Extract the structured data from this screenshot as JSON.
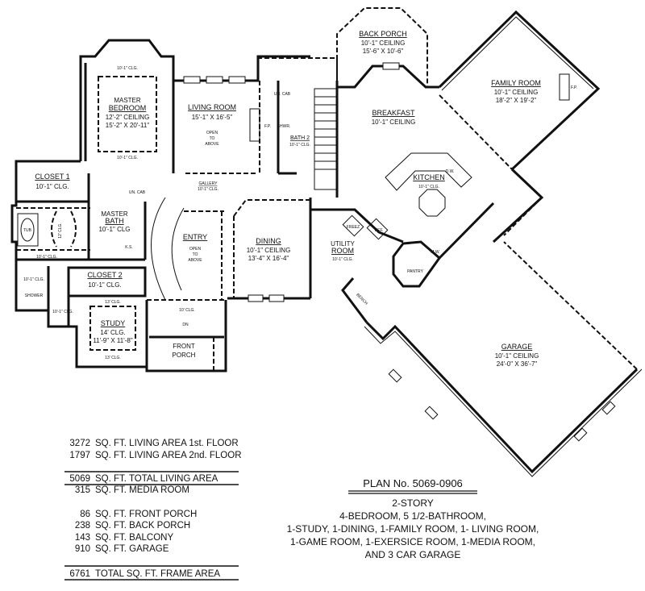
{
  "rooms": {
    "master_bedroom": {
      "name1": "MASTER",
      "name2": "BEDROOM",
      "ceiling": "12'-2\" CEILING",
      "size": "15'-2\" X 20'-11\""
    },
    "living_room": {
      "name": "LIVING ROOM",
      "size": "15'-1\" X 16'-5\"",
      "note1": "OPEN",
      "note2": "TO",
      "note3": "ABOVE"
    },
    "bath_2": {
      "name": "BATH 2",
      "ceiling": "10'-1\" CLG."
    },
    "gallery": {
      "name": "GALLERY",
      "ceiling": "10'-1\" CLG."
    },
    "closet_1": {
      "name": "CLOSET 1",
      "ceiling": "10'-1\" CLG."
    },
    "master_bath": {
      "name1": "MASTER",
      "name2": "BATH",
      "ceiling": "10'-1\" CLG"
    },
    "closet_2": {
      "name": "CLOSET 2",
      "ceiling": "10'-1\" CLG."
    },
    "study": {
      "name": "STUDY",
      "ceiling": "14' CLG.",
      "size": "11'-9\" X 11'-8\""
    },
    "entry": {
      "name": "ENTRY",
      "note1": "OPEN",
      "note2": "TO",
      "note3": "ABOVE"
    },
    "front_porch": {
      "name1": "FRONT",
      "name2": "PORCH",
      "ceiling": "10' CLG."
    },
    "dining": {
      "name": "DINING",
      "ceiling": "10'-1\" CEILING",
      "size": "13'-4\" X 16'-4\""
    },
    "utility_room": {
      "name1": "UTILITY",
      "name2": "ROOM",
      "ceiling": "10'-1\" CLG."
    },
    "breakfast": {
      "name": "BREAKFAST",
      "ceiling": "10'-1\" CEILING"
    },
    "kitchen": {
      "name": "KITCHEN",
      "ceiling": "10'-1\" CLG."
    },
    "family_room": {
      "name": "FAMILY ROOM",
      "ceiling": "10'-1\" CEILING",
      "size": "18'-2\" X 19'-2\""
    },
    "back_porch": {
      "name": "BACK PORCH",
      "ceiling": "10'-1\" CEILING",
      "size": "15'-6\" X 10'-6\""
    },
    "pantry": {
      "name": "PANTRY"
    },
    "garage": {
      "name": "GARAGE",
      "ceiling": "10'-1\" CEILING",
      "size": "24'-0\" X 36'-7\""
    }
  },
  "fixtures": {
    "clg": "10'-1\" CLG.",
    "clg_13": "13' CLG.",
    "clg_12": "12' CLG.",
    "tub": "TUB",
    "shower": "SHOWER",
    "un_cab": "UN. CAB",
    "fp": "F.P.",
    "shwr": "SHWR.",
    "freez": "FREEZ",
    "ref": "REF.",
    "dw": "D.W.",
    "mw": "M.W.",
    "bench": "BENCH",
    "ks": "K.S.",
    "dn": "DN"
  },
  "areas": [
    {
      "value": "3272",
      "label": "SQ. FT. LIVING AREA 1st. FLOOR"
    },
    {
      "value": "1797",
      "label": "SQ. FT. LIVING AREA 2nd. FLOOR"
    },
    {
      "value": "5069",
      "label": "SQ. FT. TOTAL LIVING AREA"
    },
    {
      "value": "315",
      "label": "SQ. FT. MEDIA ROOM"
    },
    {
      "value": "86",
      "label": "SQ. FT. FRONT PORCH"
    },
    {
      "value": "238",
      "label": "SQ. FT. BACK PORCH"
    },
    {
      "value": "143",
      "label": "SQ. FT. BALCONY"
    },
    {
      "value": "910",
      "label": "SQ. FT. GARAGE"
    },
    {
      "value": "6761",
      "label": "TOTAL SQ. FT. FRAME AREA"
    }
  ],
  "plan": {
    "number": "PLAN No. 5069-0906",
    "lines": [
      "2-STORY",
      "4-BEDROOM, 5 1/2-BATHROOM,",
      "1-STUDY, 1-DINING, 1-FAMILY ROOM, 1- LIVING ROOM,",
      "1-GAME ROOM, 1-EXERSICE ROOM, 1-MEDIA ROOM,",
      "AND 3 CAR GARAGE"
    ]
  }
}
